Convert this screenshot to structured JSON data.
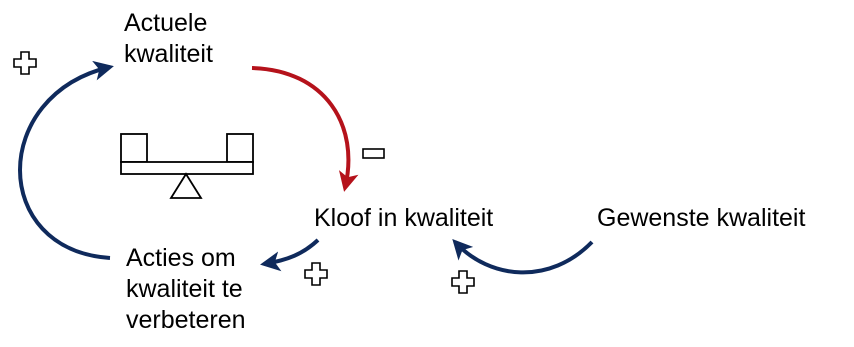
{
  "nodes": {
    "actual_quality": {
      "lines": [
        "Actuele",
        "kwaliteit"
      ]
    },
    "quality_gap": {
      "lines": [
        "Kloof in kwaliteit"
      ]
    },
    "desired_quality": {
      "lines": [
        "Gewenste kwaliteit"
      ]
    },
    "improvement_actions": {
      "lines": [
        "Acties om",
        "kwaliteit te",
        "verbeteren"
      ]
    }
  },
  "links": [
    {
      "from": "improvement_actions",
      "to": "actual_quality",
      "polarity": "plus",
      "color": "#0f2a5c"
    },
    {
      "from": "actual_quality",
      "to": "quality_gap",
      "polarity": "minus",
      "color": "#b5121b"
    },
    {
      "from": "quality_gap",
      "to": "improvement_actions",
      "polarity": "plus",
      "color": "#0f2a5c"
    },
    {
      "from": "desired_quality",
      "to": "quality_gap",
      "polarity": "plus",
      "color": "#0f2a5c"
    }
  ],
  "loop_symbol": {
    "type": "balancing",
    "icon": "balance-scale-icon"
  },
  "colors": {
    "positive_link": "#0f2a5c",
    "negative_link": "#b5121b",
    "text": "#000000"
  }
}
